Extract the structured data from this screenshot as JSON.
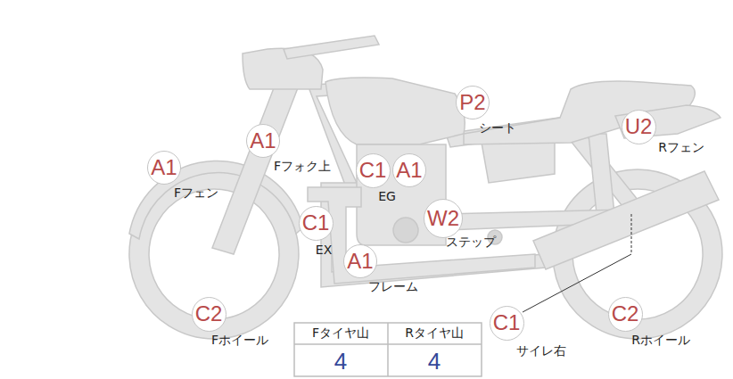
{
  "diagram": {
    "nodes": [
      {
        "text": [
          "P2",
          "シート"
        ]
      },
      {
        "text": [
          "U2",
          "Rフェン"
        ]
      },
      {
        "text": [
          "A1",
          "Fフォク上"
        ]
      },
      {
        "text": [
          "A1",
          "Fフェン"
        ]
      },
      {
        "text": [
          "C1",
          "EG"
        ]
      },
      {
        "text": [
          "A1"
        ]
      },
      {
        "text": [
          "C1",
          "EX"
        ]
      },
      {
        "text": [
          "W2",
          "ステップ"
        ]
      },
      {
        "text": [
          "A1",
          "フレーム"
        ]
      },
      {
        "text": [
          "C1",
          "サイレ右"
        ]
      },
      {
        "text": [
          "C2",
          "Fホイール"
        ]
      },
      {
        "text": [
          "C2",
          "Rホイール"
        ]
      }
    ],
    "labels": [
      "Fタイヤ山",
      "Rタイヤ山",
      "4",
      "4"
    ]
  }
}
